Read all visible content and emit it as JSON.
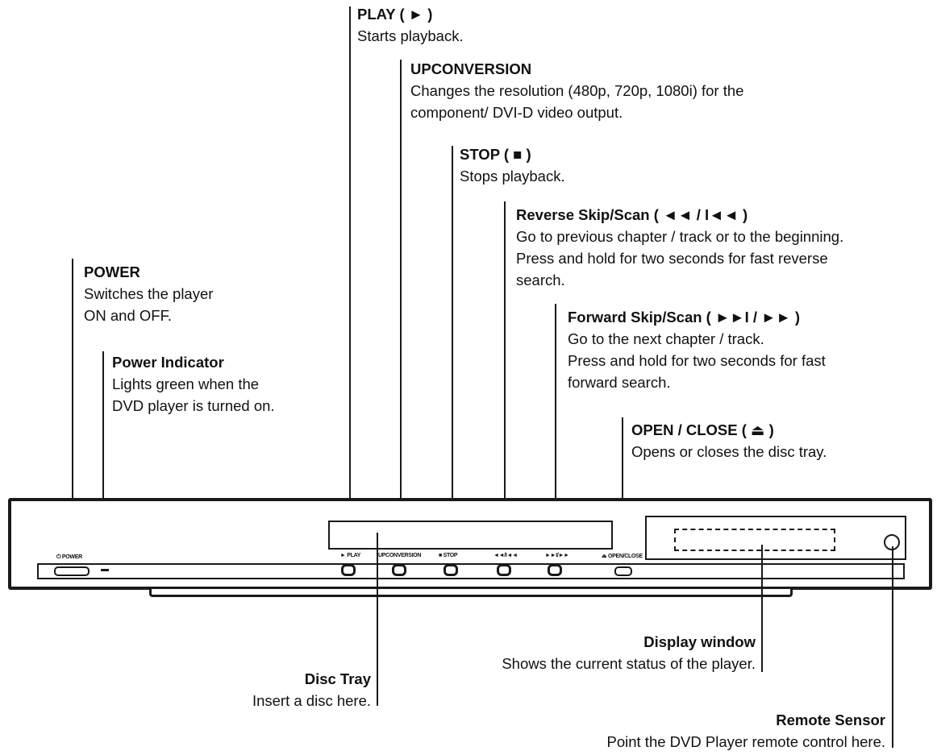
{
  "labels": {
    "play": {
      "title": "PLAY ( ► )",
      "desc": "Starts playback."
    },
    "upconversion": {
      "title": "UPCONVERSION",
      "desc": "Changes the resolution (480p, 720p, 1080i) for the\ncomponent/ DVI-D video output."
    },
    "stop": {
      "title": "STOP ( ■ )",
      "desc": "Stops playback."
    },
    "reverse": {
      "title": "Reverse Skip/Scan ( ◄◄ / I◄◄ )",
      "desc": "Go to previous chapter / track or to the beginning.\nPress and hold for two seconds for fast reverse\nsearch."
    },
    "forward": {
      "title": "Forward Skip/Scan ( ►►I / ►► )",
      "desc": "Go to the next chapter / track.\nPress and hold for two seconds for fast\nforward search."
    },
    "open_close": {
      "title": "OPEN / CLOSE ( ⏏ )",
      "desc": "Opens or closes the disc tray."
    },
    "power": {
      "title": "POWER",
      "desc": "Switches the player\nON and OFF."
    },
    "power_indicator": {
      "title": "Power Indicator",
      "desc": "Lights green when the\nDVD player is turned on."
    },
    "display_window": {
      "title": "Display window",
      "desc": "Shows the current status of the player."
    },
    "disc_tray": {
      "title": "Disc Tray",
      "desc": "Insert a disc here."
    },
    "remote_sensor": {
      "title": "Remote Sensor",
      "desc": "Point the DVD Player remote control here."
    }
  },
  "panel_labels": {
    "power": "⏻ POWER",
    "play": "► PLAY",
    "upconversion": "UPCONVERSION",
    "stop": "■ STOP",
    "reverse": "◄◄/I◄◄",
    "forward": "►►I/►►",
    "open_close": "⏏ OPEN/CLOSE"
  }
}
